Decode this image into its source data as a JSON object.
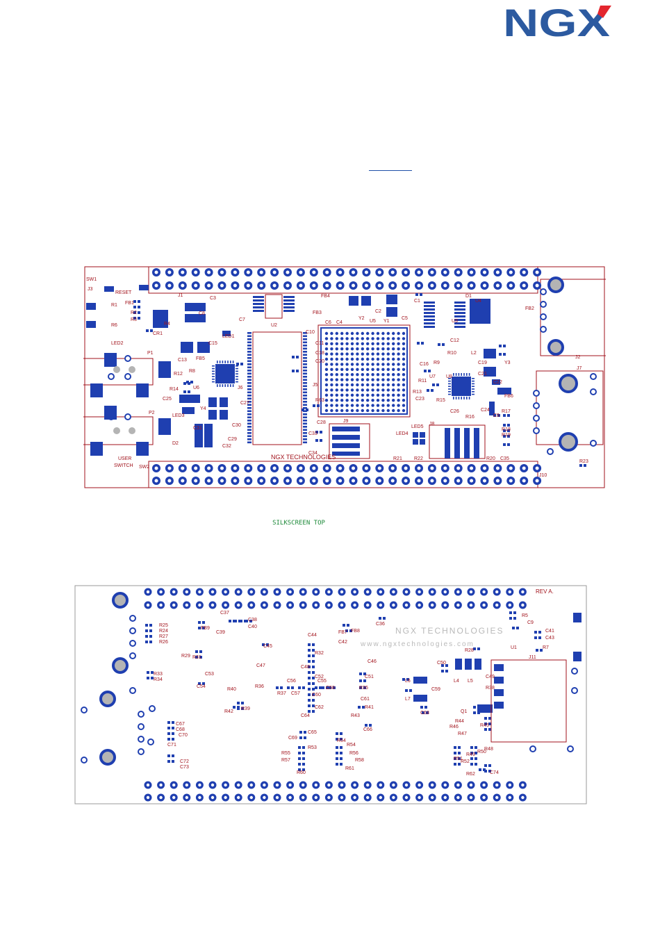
{
  "logo": {
    "text": "NGX",
    "colors": {
      "letters": "#2c5aa0",
      "accent": "#e3262e"
    }
  },
  "captions": {
    "top": "SILKSCREEN TOP"
  },
  "colors": {
    "pad": "#1f3fb0",
    "outline": "#a1121b",
    "silk": "#a1121b",
    "hole": "#b4b4b4"
  },
  "top_board": {
    "brand": "NGX TECHNOLOGIES",
    "labels": [
      {
        "id": "sw1",
        "text": "SW1"
      },
      {
        "id": "j3",
        "text": "J3"
      },
      {
        "id": "reset",
        "text": "RESET"
      },
      {
        "id": "j1",
        "text": "J1"
      },
      {
        "id": "c3",
        "text": "C3"
      },
      {
        "id": "fb4",
        "text": "FB4"
      },
      {
        "id": "c1",
        "text": "C1"
      },
      {
        "id": "d1",
        "text": "D1"
      },
      {
        "id": "u4",
        "text": "U4"
      },
      {
        "id": "fb2",
        "text": "FB2"
      },
      {
        "id": "r1",
        "text": "R1"
      },
      {
        "id": "fb1",
        "text": "FB1"
      },
      {
        "id": "r2",
        "text": "R2"
      },
      {
        "id": "r3",
        "text": "R3"
      },
      {
        "id": "r6",
        "text": "R6"
      },
      {
        "id": "r4",
        "text": "R4"
      },
      {
        "id": "cr1",
        "text": "CR1"
      },
      {
        "id": "c8",
        "text": "C8"
      },
      {
        "id": "led1",
        "text": "LED1"
      },
      {
        "id": "c7",
        "text": "C7"
      },
      {
        "id": "u2",
        "text": "U2"
      },
      {
        "id": "fb3",
        "text": "FB3"
      },
      {
        "id": "c6",
        "text": "C6"
      },
      {
        "id": "c4",
        "text": "C4"
      },
      {
        "id": "y2",
        "text": "Y2"
      },
      {
        "id": "u5",
        "text": "U5"
      },
      {
        "id": "c2",
        "text": "C2"
      },
      {
        "id": "y1",
        "text": "Y1"
      },
      {
        "id": "c5",
        "text": "C5"
      },
      {
        "id": "u3",
        "text": "U3"
      },
      {
        "id": "led2",
        "text": "LED2"
      },
      {
        "id": "p1",
        "text": "P1"
      },
      {
        "id": "c13",
        "text": "C13"
      },
      {
        "id": "fb5",
        "text": "FB5"
      },
      {
        "id": "c15",
        "text": "C15"
      },
      {
        "id": "c10",
        "text": "C10"
      },
      {
        "id": "c11",
        "text": "C11"
      },
      {
        "id": "c18",
        "text": "C18"
      },
      {
        "id": "c20",
        "text": "C20"
      },
      {
        "id": "c12",
        "text": "C12"
      },
      {
        "id": "c16",
        "text": "C16"
      },
      {
        "id": "r9",
        "text": "R9"
      },
      {
        "id": "r10",
        "text": "R10"
      },
      {
        "id": "l2",
        "text": "L2"
      },
      {
        "id": "c19",
        "text": "C19"
      },
      {
        "id": "y3",
        "text": "Y3"
      },
      {
        "id": "j2",
        "text": "J2"
      },
      {
        "id": "r12",
        "text": "R12"
      },
      {
        "id": "r8",
        "text": "R8"
      },
      {
        "id": "r14",
        "text": "R14"
      },
      {
        "id": "u6",
        "text": "U6"
      },
      {
        "id": "j6",
        "text": "J6"
      },
      {
        "id": "j5",
        "text": "J5"
      },
      {
        "id": "r11",
        "text": "R11"
      },
      {
        "id": "u7",
        "text": "U7"
      },
      {
        "id": "u8",
        "text": "U8"
      },
      {
        "id": "c21",
        "text": "C21"
      },
      {
        "id": "c22",
        "text": "C22"
      },
      {
        "id": "j7",
        "text": "J7"
      },
      {
        "id": "c25",
        "text": "C25"
      },
      {
        "id": "p2",
        "text": "P2"
      },
      {
        "id": "c27",
        "text": "C27"
      },
      {
        "id": "r63",
        "text": "R63"
      },
      {
        "id": "r13",
        "text": "R13"
      },
      {
        "id": "c23",
        "text": "C23"
      },
      {
        "id": "r15",
        "text": "R15"
      },
      {
        "id": "r16",
        "text": "R16"
      },
      {
        "id": "fb6",
        "text": "FB6"
      },
      {
        "id": "led3",
        "text": "LED3"
      },
      {
        "id": "y4",
        "text": "Y4"
      },
      {
        "id": "c26",
        "text": "C26"
      },
      {
        "id": "c24",
        "text": "C24"
      },
      {
        "id": "c9",
        "text": "C9"
      },
      {
        "id": "r17",
        "text": "R17"
      },
      {
        "id": "c31",
        "text": "C31"
      },
      {
        "id": "c30",
        "text": "C30"
      },
      {
        "id": "c29",
        "text": "C29"
      },
      {
        "id": "c28",
        "text": "C28"
      },
      {
        "id": "j9",
        "text": "J9"
      },
      {
        "id": "led5",
        "text": "LED5"
      },
      {
        "id": "j8",
        "text": "J8"
      },
      {
        "id": "r18",
        "text": "R18"
      },
      {
        "id": "r19",
        "text": "R19"
      },
      {
        "id": "d2",
        "text": "D2"
      },
      {
        "id": "c32",
        "text": "C32"
      },
      {
        "id": "c33",
        "text": "C33"
      },
      {
        "id": "c34",
        "text": "C34"
      },
      {
        "id": "led4",
        "text": "LED4"
      },
      {
        "id": "r21",
        "text": "R21"
      },
      {
        "id": "r22",
        "text": "R22"
      },
      {
        "id": "r20",
        "text": "R20"
      },
      {
        "id": "c35",
        "text": "C35"
      },
      {
        "id": "user",
        "text": "USER"
      },
      {
        "id": "switch",
        "text": "SWITCH"
      },
      {
        "id": "sw2",
        "text": "SW2"
      },
      {
        "id": "r23",
        "text": "R23"
      },
      {
        "id": "j10",
        "text": "J10"
      }
    ]
  },
  "bottom_board": {
    "rev": "REV A.",
    "brand": "NGX TECHNOLOGIES",
    "url": "www.ngxtechnologies.com",
    "labels": [
      {
        "id": "r5",
        "text": "R5"
      },
      {
        "id": "c9",
        "text": "C9"
      },
      {
        "id": "c41",
        "text": "C41"
      },
      {
        "id": "c43",
        "text": "C43"
      },
      {
        "id": "r7",
        "text": "R7"
      },
      {
        "id": "u1",
        "text": "U1"
      },
      {
        "id": "j11",
        "text": "J11"
      },
      {
        "id": "r25",
        "text": "R25"
      },
      {
        "id": "r24",
        "text": "R24"
      },
      {
        "id": "r27",
        "text": "R27"
      },
      {
        "id": "r26",
        "text": "R26"
      },
      {
        "id": "fb9",
        "text": "FB9"
      },
      {
        "id": "c37",
        "text": "C37"
      },
      {
        "id": "c38",
        "text": "C38"
      },
      {
        "id": "c39",
        "text": "C39"
      },
      {
        "id": "c40",
        "text": "C40"
      },
      {
        "id": "c45",
        "text": "C45"
      },
      {
        "id": "c44",
        "text": "C44"
      },
      {
        "id": "fb7",
        "text": "FB7"
      },
      {
        "id": "fb8",
        "text": "FB8"
      },
      {
        "id": "c42",
        "text": "C42"
      },
      {
        "id": "c36",
        "text": "C36"
      },
      {
        "id": "r28",
        "text": "R28"
      },
      {
        "id": "r29",
        "text": "R29"
      },
      {
        "id": "r31",
        "text": "R31"
      },
      {
        "id": "r32",
        "text": "R32"
      },
      {
        "id": "c46",
        "text": "C46"
      },
      {
        "id": "c50",
        "text": "C50"
      },
      {
        "id": "l4",
        "text": "L4"
      },
      {
        "id": "l5",
        "text": "L5"
      },
      {
        "id": "c49",
        "text": "C49"
      },
      {
        "id": "r33",
        "text": "R33"
      },
      {
        "id": "r34",
        "text": "R34"
      },
      {
        "id": "c53",
        "text": "C53"
      },
      {
        "id": "c47",
        "text": "C47"
      },
      {
        "id": "c48",
        "text": "C48"
      },
      {
        "id": "c52",
        "text": "C52"
      },
      {
        "id": "c51",
        "text": "C51"
      },
      {
        "id": "c54",
        "text": "C54"
      },
      {
        "id": "r36",
        "text": "R36"
      },
      {
        "id": "c56",
        "text": "C56"
      },
      {
        "id": "c55",
        "text": "C55"
      },
      {
        "id": "c58",
        "text": "C58"
      },
      {
        "id": "r35",
        "text": "R35"
      },
      {
        "id": "l6",
        "text": "L6"
      },
      {
        "id": "c59",
        "text": "C59"
      },
      {
        "id": "r38",
        "text": "R38"
      },
      {
        "id": "r40",
        "text": "R40"
      },
      {
        "id": "r37",
        "text": "R37"
      },
      {
        "id": "c57",
        "text": "C57"
      },
      {
        "id": "c60",
        "text": "C60"
      },
      {
        "id": "c61",
        "text": "C61"
      },
      {
        "id": "l7",
        "text": "L7"
      },
      {
        "id": "r42",
        "text": "R42"
      },
      {
        "id": "r39",
        "text": "R39"
      },
      {
        "id": "c62",
        "text": "C62"
      },
      {
        "id": "r41",
        "text": "R41"
      },
      {
        "id": "c63",
        "text": "C63"
      },
      {
        "id": "c64",
        "text": "C64"
      },
      {
        "id": "r43",
        "text": "R43"
      },
      {
        "id": "q1",
        "text": "Q1"
      },
      {
        "id": "c67",
        "text": "C67"
      },
      {
        "id": "c68",
        "text": "C68"
      },
      {
        "id": "c70",
        "text": "C70"
      },
      {
        "id": "r46",
        "text": "R46"
      },
      {
        "id": "r44",
        "text": "R44"
      },
      {
        "id": "r45",
        "text": "R45"
      },
      {
        "id": "c66",
        "text": "C66"
      },
      {
        "id": "c69",
        "text": "C69"
      },
      {
        "id": "c65",
        "text": "C65"
      },
      {
        "id": "r64",
        "text": "R64"
      },
      {
        "id": "r47",
        "text": "R47"
      },
      {
        "id": "c71",
        "text": "C71"
      },
      {
        "id": "r53",
        "text": "R53"
      },
      {
        "id": "r54",
        "text": "R54"
      },
      {
        "id": "r48",
        "text": "R48"
      },
      {
        "id": "r55",
        "text": "R55"
      },
      {
        "id": "r56",
        "text": "R56"
      },
      {
        "id": "r51",
        "text": "R51"
      },
      {
        "id": "r52",
        "text": "R52"
      },
      {
        "id": "r49",
        "text": "R49"
      },
      {
        "id": "r50",
        "text": "R50"
      },
      {
        "id": "r57",
        "text": "R57"
      },
      {
        "id": "r58",
        "text": "R58"
      },
      {
        "id": "c72",
        "text": "C72"
      },
      {
        "id": "c73",
        "text": "C73"
      },
      {
        "id": "r60",
        "text": "R60"
      },
      {
        "id": "r61",
        "text": "R61"
      },
      {
        "id": "r62",
        "text": "R62"
      },
      {
        "id": "c74",
        "text": "C74"
      }
    ]
  }
}
